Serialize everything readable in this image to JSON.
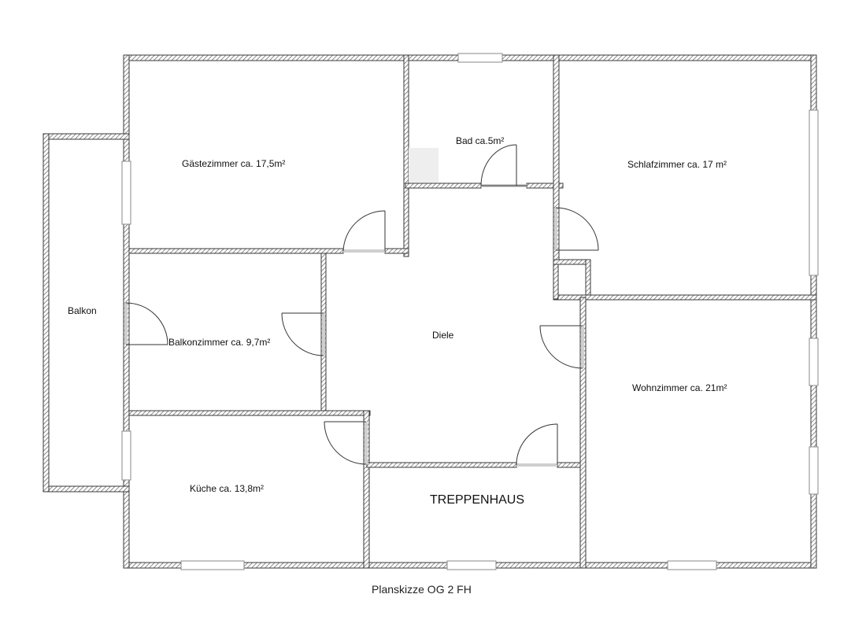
{
  "plan": {
    "caption": "Planskizze OG 2 FH",
    "rooms": {
      "balkon": "Balkon",
      "gaestezimmer": "Gästezimmer ca. 17,5m²",
      "bad": "Bad ca.5m²",
      "schlafzimmer": "Schlafzimmer ca. 17 m²",
      "balkonzimmer": "Balkonzimmer ca. 9,7m²",
      "diele": "Diele",
      "wohnzimmer": "Wohnzimmer ca. 21m²",
      "kueche": "Küche ca. 13,8m²",
      "treppenhaus": "TREPPENHAUS"
    },
    "colors": {
      "wall": "#3a3a3a",
      "hatch": "#7a7a7a",
      "window": "#9a9a9a"
    }
  }
}
